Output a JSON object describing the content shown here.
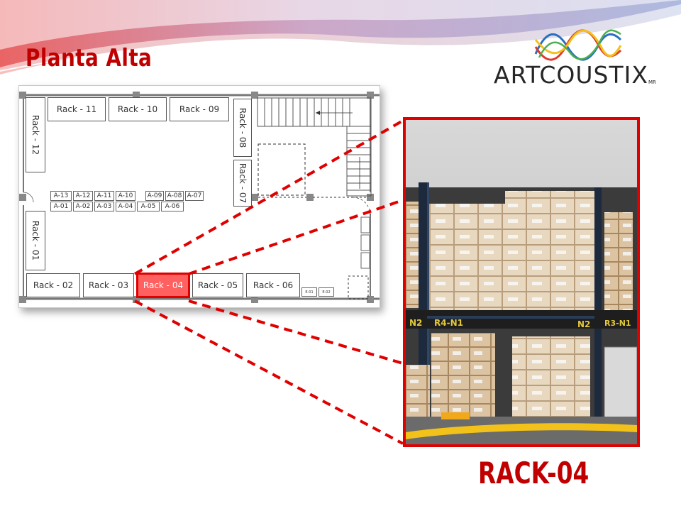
{
  "slide": {
    "title": "Planta Alta",
    "caption": "RACK-04"
  },
  "logo": {
    "brand": "ARTCOUSTIX",
    "mark": "MR"
  },
  "floorplan": {
    "racks_top": [
      "Rack - 11",
      "Rack - 10",
      "Rack - 09"
    ],
    "racks_left": [
      "Rack - 12",
      "Rack - 01"
    ],
    "racks_right": [
      "Rack - 08",
      "Rack - 07"
    ],
    "racks_bottom": [
      "Rack - 02",
      "Rack - 03",
      "Rack - 04",
      "Rack - 05",
      "Rack - 06"
    ],
    "highlighted_rack": "Rack - 04",
    "shelves_top_row": [
      "A-13",
      "A-12",
      "A-11",
      "A-10",
      "A-09",
      "A-08",
      "A-07"
    ],
    "shelves_bottom_row": [
      "A-01",
      "A-02",
      "A-03",
      "A-04",
      "A-05",
      "A-06"
    ],
    "small_units": [
      "E-01",
      "E-02"
    ]
  },
  "photo": {
    "shelf_labels": [
      "N2",
      "R4-N1",
      "N2",
      "R3-N1"
    ]
  },
  "colors": {
    "highlight": "#e00000",
    "title_red": "#c00000"
  }
}
